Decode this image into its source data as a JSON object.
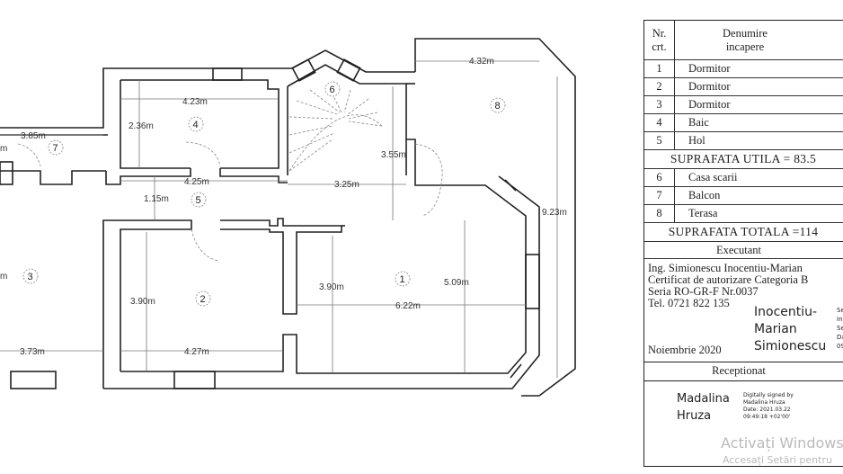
{
  "plan": {
    "dimensions": {
      "d_4_23": "4.23m",
      "d_2_36": "2.36m",
      "d_3_85": "3.85m",
      "d_4_25": "4.25m",
      "d_1_15": "1.15m",
      "d_3_25": "3.25m",
      "d_3_55": "3.55m",
      "d_4_32": "4.32m",
      "d_9_23": "9.23m",
      "d_3_90a": "3.90m",
      "d_3_90b": "3.90m",
      "d_5_09": "5.09m",
      "d_6_22": "6.22m",
      "d_4_27": "4.27m",
      "d_3_73": "3.73m",
      "d_left_top": "m",
      "d_left_mid": "m"
    },
    "room_numbers": [
      "1",
      "2",
      "3",
      "4",
      "5",
      "6",
      "7",
      "8"
    ]
  },
  "legend": {
    "header": {
      "nr": "Nr.",
      "crt": "crt.",
      "denumire": "Denumire",
      "incapere": "incapere"
    },
    "rooms_utile": [
      {
        "nr": "1",
        "name": "Dormitor"
      },
      {
        "nr": "2",
        "name": "Dormitor"
      },
      {
        "nr": "3",
        "name": "Dormitor"
      },
      {
        "nr": "4",
        "name": "Baic"
      },
      {
        "nr": "5",
        "name": "Hol"
      }
    ],
    "suprafata_utila": "SUPRAFATA  UTILA =  83.5",
    "rooms_other": [
      {
        "nr": "6",
        "name": "Casa scarii"
      },
      {
        "nr": "7",
        "name": "Balcon"
      },
      {
        "nr": "8",
        "name": "Terasa"
      }
    ],
    "suprafata_totala": "SUPRAFATA  TOTALA =114",
    "executant_title": "Executant",
    "executant": {
      "line1": "Ing. Simionescu Inocentiu-Marian",
      "line2": "Certificat de autorizare Categoria B",
      "line3": "Seria RO-GR-F Nr.0037",
      "line4": "Tel. 0721 822 135",
      "date": "Noiembrie 2020",
      "signature": [
        "Inocentiu-",
        "Marian",
        "Simionescu"
      ],
      "signature_meta": [
        "Se",
        "In",
        "Se",
        "Da",
        "09"
      ]
    },
    "receptionat_title": "Receptionat",
    "receptionat": {
      "signature": [
        "Madalina",
        "Hruza"
      ],
      "signature_meta": [
        "Digitally signed by",
        "Madalina Hruza",
        "Date: 2021.03.22",
        "09:49:18 +02'00'"
      ]
    }
  },
  "watermark": {
    "line1": "Activați Windows",
    "line2": "Accesați Setări pentru"
  }
}
